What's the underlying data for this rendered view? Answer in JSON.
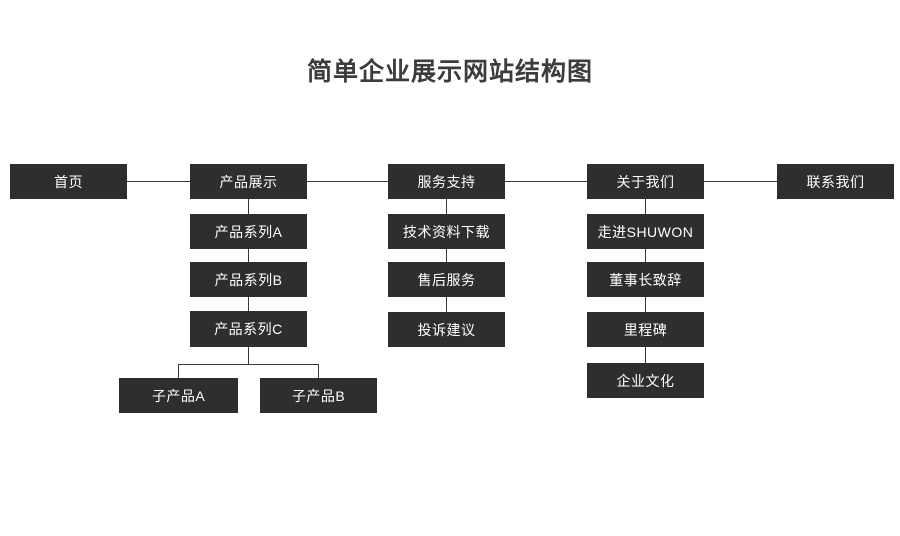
{
  "page": {
    "title": "简单企业展示网站结构图",
    "background_color": "#ffffff",
    "node_color": "#2e2e2e",
    "node_text_color": "#ffffff",
    "connector_color": "#3a3a3a",
    "title_color": "#3c3c3c"
  },
  "diagram": {
    "type": "sitemap-tree",
    "top_level": [
      {
        "label": "首页"
      },
      {
        "label": "产品展示"
      },
      {
        "label": "服务支持"
      },
      {
        "label": "关于我们"
      },
      {
        "label": "联系我们"
      }
    ],
    "products_children": [
      {
        "label": "产品系列A"
      },
      {
        "label": "产品系列B"
      },
      {
        "label": "产品系列C"
      }
    ],
    "product_series_c_children": [
      {
        "label": "子产品A"
      },
      {
        "label": "子产品B"
      }
    ],
    "service_children": [
      {
        "label": "技术资料下载"
      },
      {
        "label": "售后服务"
      },
      {
        "label": "投诉建议"
      }
    ],
    "about_children": [
      {
        "label": "走进SHUWON"
      },
      {
        "label": "董事长致辞"
      },
      {
        "label": "里程碑"
      },
      {
        "label": "企业文化"
      }
    ]
  }
}
